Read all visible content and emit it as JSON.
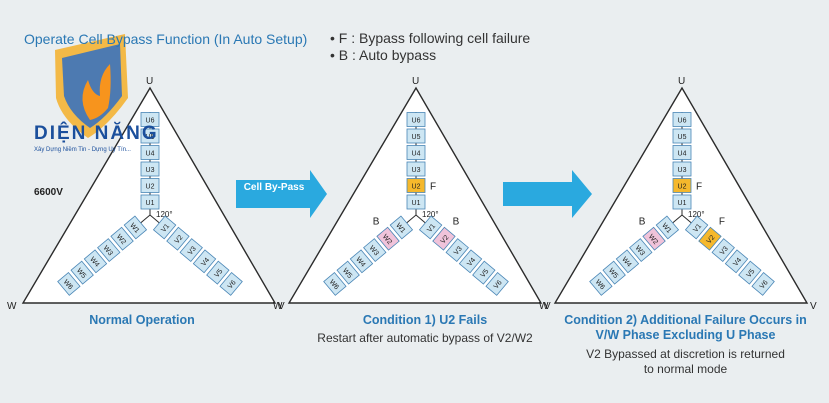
{
  "title": "Operate Cell Bypass Function (In Auto Setup)",
  "legend": [
    "• F : Bypass following cell failure",
    "• B : Auto bypass"
  ],
  "logo": {
    "text": "DIỆN NĂNG",
    "slogan": "Xây Dựng Niềm Tin - Dựng Uy Tín..."
  },
  "voltage": "6600V",
  "arrow_label": "Cell By-Pass",
  "angle": "120°",
  "phase_letters": {
    "u": "U",
    "v": "V",
    "w": "W"
  },
  "cells": {
    "u": [
      "U1",
      "U2",
      "U3",
      "U4",
      "U5",
      "U6"
    ],
    "v": [
      "V1",
      "V2",
      "V3",
      "V4",
      "V5",
      "V6"
    ],
    "w": [
      "W1",
      "W2",
      "W3",
      "W4",
      "W5",
      "W6"
    ]
  },
  "colors": {
    "cell": "#cde6f3",
    "failed": "#f5b82c",
    "bypassed": "#f0c3da",
    "accent": "#2a78b4",
    "arrow": "#2aa9df"
  },
  "panels": [
    {
      "caption": [
        "Normal Operation"
      ],
      "sub": [],
      "failed": [],
      "bypassed": [],
      "F": [],
      "B": []
    },
    {
      "caption": [
        "Condition 1) U2 Fails"
      ],
      "sub": [
        "Restart after automatic bypass of V2/W2"
      ],
      "failed": [
        "U2"
      ],
      "bypassed": [
        "V2",
        "W2"
      ],
      "F": [
        "U2"
      ],
      "B": [
        "V2",
        "W2"
      ]
    },
    {
      "caption": [
        "Condition 2) Additional Failure Occurs in",
        "V/W Phase Excluding U Phase"
      ],
      "sub": [
        "V2 Bypassed at discretion is returned",
        "to normal mode"
      ],
      "failed": [
        "U2",
        "V2"
      ],
      "bypassed": [
        "W2"
      ],
      "F": [
        "U2",
        "V2"
      ],
      "B": [
        "W2"
      ]
    }
  ]
}
